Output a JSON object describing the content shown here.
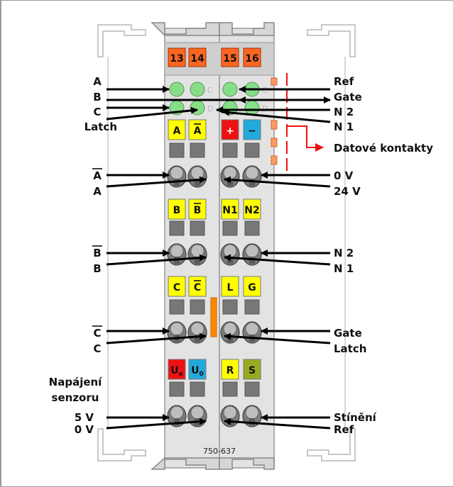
{
  "model": "750-637",
  "connector_numbers": [
    "13",
    "14",
    "15",
    "16"
  ],
  "led_ghost_letters": [
    "C",
    "D"
  ],
  "slot_tags": [
    {
      "text": "A",
      "overline": false,
      "bg": "#ffff00",
      "fg": "#111111"
    },
    {
      "text": "A",
      "overline": true,
      "bg": "#ffff00",
      "fg": "#111111"
    },
    {
      "text": "+",
      "overline": false,
      "bg": "#ee1111",
      "fg": "#ffffff"
    },
    {
      "text": "−",
      "overline": false,
      "bg": "#22aadd",
      "fg": "#111111"
    },
    {
      "text": "B",
      "overline": false,
      "bg": "#ffff00",
      "fg": "#111111"
    },
    {
      "text": "B",
      "overline": true,
      "bg": "#ffff00",
      "fg": "#111111"
    },
    {
      "text": "N1",
      "overline": false,
      "bg": "#ffff00",
      "fg": "#111111"
    },
    {
      "text": "N2",
      "overline": false,
      "bg": "#ffff00",
      "fg": "#111111"
    },
    {
      "text": "C",
      "overline": false,
      "bg": "#ffff00",
      "fg": "#111111"
    },
    {
      "text": "C",
      "overline": true,
      "bg": "#ffff00",
      "fg": "#111111"
    },
    {
      "text": "L",
      "overline": false,
      "bg": "#ffff00",
      "fg": "#111111"
    },
    {
      "text": "G",
      "overline": false,
      "bg": "#ffff00",
      "fg": "#111111"
    },
    {
      "text": "U",
      "sub": "e",
      "overline": false,
      "bg": "#ee1111",
      "fg": "#111111"
    },
    {
      "text": "U",
      "sub": "0",
      "overline": false,
      "bg": "#22aadd",
      "fg": "#111111"
    },
    {
      "text": "R",
      "overline": false,
      "bg": "#ffff00",
      "fg": "#111111"
    },
    {
      "text": "S",
      "overline": false,
      "bg": "#99aa22",
      "fg": "#111111"
    }
  ],
  "left_labels": {
    "led_a": "A",
    "led_b": "B",
    "led_c": "C",
    "latch": "Latch",
    "pair1_top": "A",
    "pair1_bottom": "A",
    "pair2_top": "B",
    "pair2_bottom": "B",
    "pair3_top": "C",
    "pair3_bottom": "C",
    "supply_title_line1": "Napájení",
    "supply_title_line2": "senzoru",
    "supply_5v": "5 V",
    "supply_0v": "0 V"
  },
  "right_labels": {
    "ref": "Ref",
    "gate": "Gate",
    "n2": "N 2",
    "n1": "N 1",
    "data_contacts": "Datové kontakty",
    "v0": "0 V",
    "v24": "24 V",
    "pair2_top": "N 2",
    "pair2_bottom": "N 1",
    "pair3_top": "Gate",
    "pair3_bottom": "Latch",
    "shield": "Stínění",
    "ref_bottom": "Ref"
  },
  "colors": {
    "housing": "#e3e3e3",
    "housing_dark": "#c9c9c9",
    "led": "#88dd88",
    "connector_orange": "#ff6622",
    "slot_gray": "#777777",
    "red_marker": "#ee1111",
    "orange_strip": "#ff8800",
    "arrow": "#000000"
  }
}
